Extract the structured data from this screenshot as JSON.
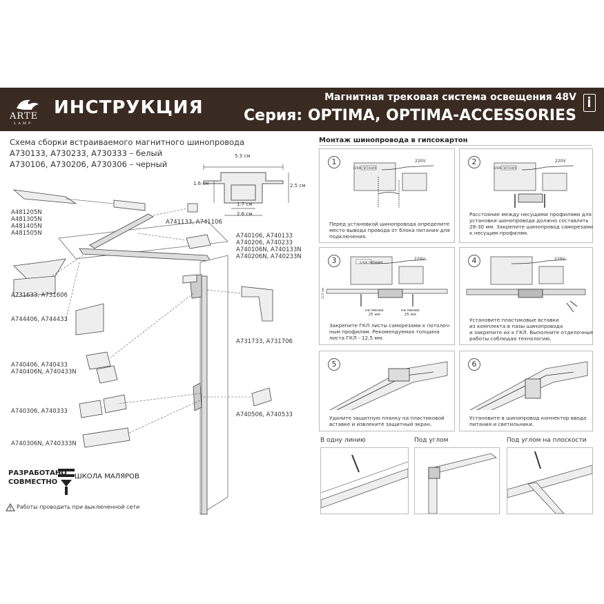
{
  "header": {
    "logo_text_top": "ARTE",
    "logo_text_bottom": "LAMP",
    "title": "ИНСТРУКЦИЯ",
    "subtitle_line1": "Магнитная трековая система освещения 48V",
    "subtitle_line2": "Серия: OPTIMA, OPTIMA-ACCESSORIES"
  },
  "left": {
    "scheme_title": "Схема сборки встраиваемого магнитного шинопровода",
    "white_codes": "A730133, A730233, A730333 – белый",
    "black_codes": "A730106, A730206, A730306 – черный",
    "dims": {
      "w1": "5.3 см",
      "h1": "1.6 см",
      "h2": "2.5 см",
      "w2": "1.7 см",
      "w3": "2.6 см"
    },
    "codes_psu": "A481205N\nA481305N\nA481405N\nA481505N",
    "codes_741": "A741133, A741106",
    "codes_740_group": "A740106, A740133\nA740206, A740233\nA740106N, A740133N\nA740206N, A740233N",
    "codes_731633": "A731633, A731606",
    "codes_744": "A744406, A744433",
    "codes_731733": "A731733, A731706",
    "codes_740406": "A740406, A740433\nA740406N, A740433N",
    "codes_740306": "A740306, A740333",
    "codes_740506": "A740506, A740533",
    "codes_740306N": "A740306N, A740333N",
    "dev_line1": "РАЗРАБОТАНО",
    "dev_line2": "СОВМЕСТНО",
    "school": "ШКОЛА МАЛЯРОВ",
    "warning": "Работы проводить при выключенной сети"
  },
  "right": {
    "section_title": "Монтаж шинопровода в гипсокартон",
    "psu_label": "БЛОК ПИТАНИЯ",
    "voltage": "220V",
    "step1_num": "1",
    "step1_text": "Перед установкой шинопровода определите\nместо вывода провода от блока питания для\nподключения.",
    "step2_num": "2",
    "step2_text": "Расстояние между несущими профилями для\nустановки шинопровода должно составлять\n28-30 мм. Закрепите шинопровод саморезами\nк несущим профилям.",
    "step3_num": "3",
    "step3_text": "Закрепите ГКЛ листы саморезами к потолоч-\nным профилям. Рекомендуемая толщина\nлиста ГКЛ - 12,5 мм.",
    "step3_min1": "не менее\n25 мм",
    "step3_min2": "не менее\n25 мм",
    "step3_thick": "12,5 мм",
    "step4_num": "4",
    "step4_text": "Установите пластиковые вставки\nиз комплекта в пазы шинопровода\nи закрепите их к ГКЛ. Выполните отделочные\nработы соблюдая технологию.",
    "step5_num": "5",
    "step5_text": "Удалите защитную планку на пластиковой\nвставке и извлеките защитный экран.",
    "step6_num": "6",
    "step6_text": "Установите в шинопровод коннектор ввода\nпитания и светильники.",
    "sub1": "В одну линию",
    "sub2": "Под углом",
    "sub3": "Под углом на плоскости"
  },
  "colors": {
    "header_bg": "#3a2b22",
    "header_text": "#ffffff",
    "line": "#555555",
    "panel_border": "#bbbbbb"
  }
}
